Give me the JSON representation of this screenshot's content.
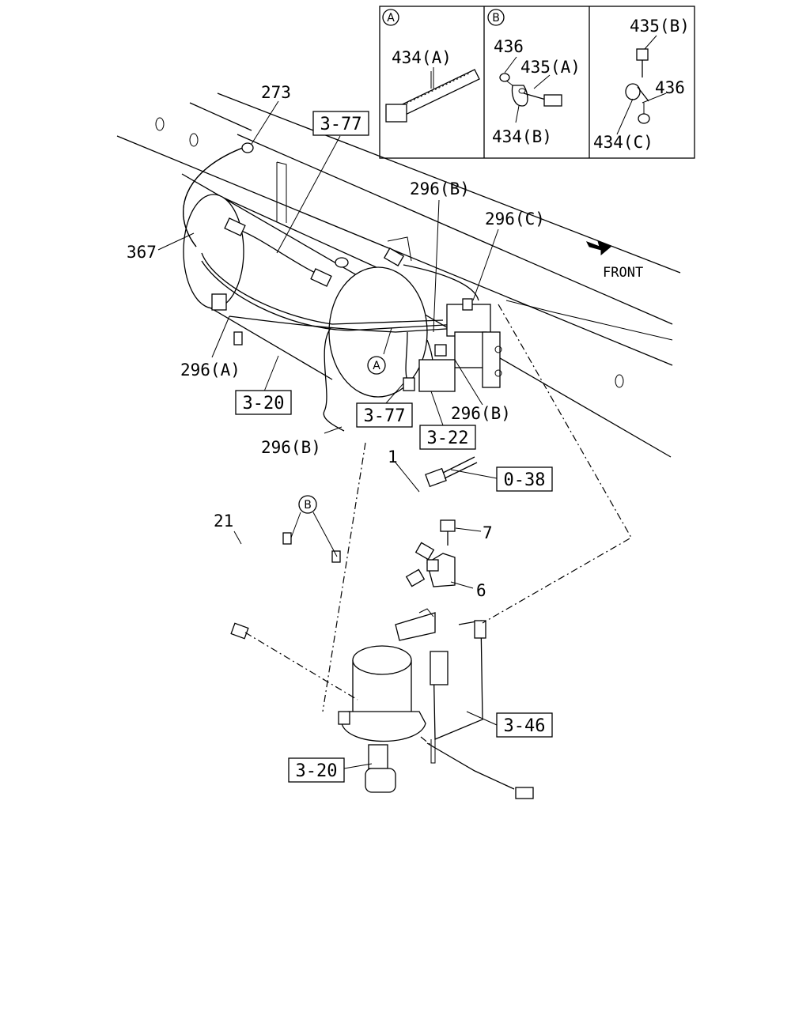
{
  "labels": {
    "p273": "273",
    "p367": "367",
    "p296a": "296(A)",
    "p296b_top": "296(B)",
    "p296c": "296(C)",
    "p296b_mid": "296(B)",
    "p296b_low": "296(B)",
    "p1": "1",
    "p7": "7",
    "p6": "6",
    "p21": "21",
    "front": "FRONT"
  },
  "refs": {
    "r377_top": "3-77",
    "r320_left": "3-20",
    "r377_mid": "3-77",
    "r322": "3-22",
    "r038": "0-38",
    "r346": "3-46",
    "r320_bottom": "3-20"
  },
  "circle_markers": {
    "a_main": "A",
    "b_main": "B",
    "a_inset": "A",
    "b_inset": "B"
  },
  "inset": {
    "a_434a": "434(A)",
    "b_436": "436",
    "b_435a": "435(A)",
    "b_434b": "434(B)",
    "c_435b": "435(B)",
    "c_436": "436",
    "c_434c": "434(C)"
  },
  "icons": [
    "front-arrow-icon"
  ]
}
